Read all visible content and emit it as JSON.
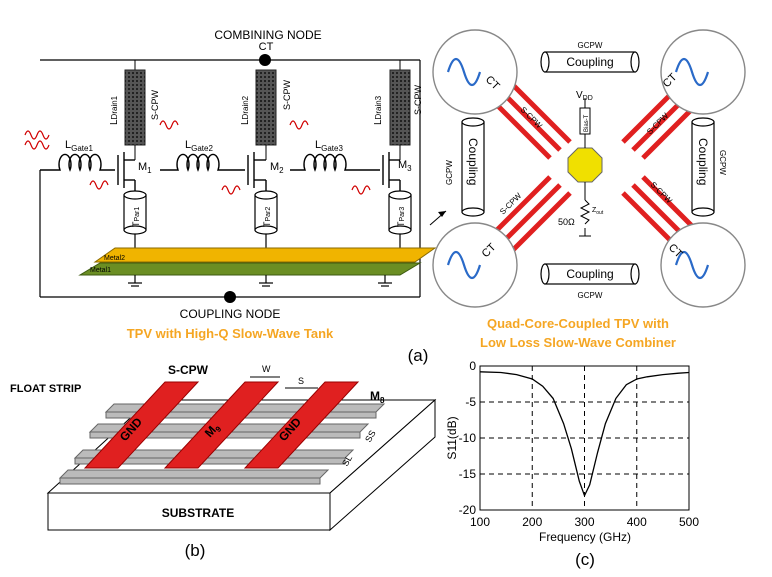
{
  "panel_a": {
    "combining_node": "COMBINING NODE",
    "coupling_node": "COUPLING NODE",
    "ct": "CT",
    "drains": [
      {
        "label": "L",
        "sub": "Drain1"
      },
      {
        "label": "L",
        "sub": "Drain2"
      },
      {
        "label": "L",
        "sub": "Drain3"
      }
    ],
    "gates": [
      {
        "label": "L",
        "sub": "Gate1"
      },
      {
        "label": "L",
        "sub": "Gate2"
      },
      {
        "label": "L",
        "sub": "Gate3"
      }
    ],
    "transistors": [
      {
        "label": "M",
        "sub": "1"
      },
      {
        "label": "M",
        "sub": "2"
      },
      {
        "label": "M",
        "sub": "3"
      }
    ],
    "tpar": [
      {
        "label": "T",
        "sub": "Par1"
      },
      {
        "label": "T",
        "sub": "Par2"
      },
      {
        "label": "T",
        "sub": "Par3"
      }
    ],
    "scpw": "S-CPW",
    "metal2": "Metal2",
    "metal1": "Metal1",
    "caption": "TPV with High-Q Slow-Wave Tank",
    "panel_label": "(a)"
  },
  "panel_a_right": {
    "gcpw": "GCPW",
    "coupling": "Coupling",
    "ct": "CT",
    "scpw": "S-CPW",
    "vdd": "V",
    "vdd_sub": "DD",
    "bias": "Bias-T",
    "ohm": "50Ω",
    "zout": "Z",
    "zout_sub": "out",
    "caption_line1": "Quad-Core-Coupled TPV with",
    "caption_line2": "Low Loss Slow-Wave Combiner"
  },
  "panel_b": {
    "float_strip": "FLOAT STRIP",
    "scpw": "S-CPW",
    "w": "W",
    "s": "S",
    "m8": "M",
    "m8_sub": "8",
    "m9": "M",
    "m9_sub": "9",
    "gnd": "GND",
    "ss": "SS",
    "sl": "SL",
    "substrate": "SUBSTRATE",
    "panel_label": "(b)"
  },
  "panel_c": {
    "panel_label": "(c)"
  },
  "chart_data": {
    "type": "line",
    "title": "",
    "xlabel": "Frequency (GHz)",
    "ylabel": "S11(dB)",
    "xlim": [
      100,
      500
    ],
    "ylim": [
      -20,
      0
    ],
    "xticks": [
      100,
      200,
      300,
      400,
      500
    ],
    "yticks": [
      0,
      -5,
      -10,
      -15,
      -20
    ],
    "grid": "dashed",
    "series": [
      {
        "x": [
          100,
          140,
          170,
          200,
          220,
          240,
          260,
          275,
          290,
          300,
          310,
          325,
          340,
          360,
          380,
          400,
          420,
          450,
          480,
          500
        ],
        "y": [
          -0.8,
          -0.9,
          -1.2,
          -1.8,
          -2.8,
          -4.5,
          -8.0,
          -11.5,
          -16.0,
          -18.0,
          -16.5,
          -12.0,
          -8.0,
          -4.5,
          -2.6,
          -1.8,
          -1.5,
          -1.2,
          -1.0,
          -0.9
        ]
      }
    ],
    "color": "#000000"
  }
}
